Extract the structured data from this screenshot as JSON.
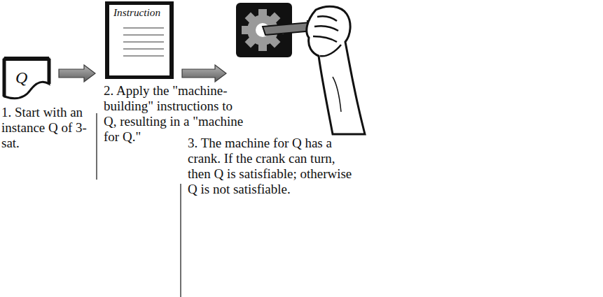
{
  "diagram": {
    "nodes": [
      {
        "text": [
          "Q",
          "1. Start with an instance Q of 3-sat."
        ]
      },
      {
        "text": [
          "Instruction",
          "2. Apply the \"machine-building\" instructions to Q, resulting in a \"machine for Q.\""
        ]
      },
      {
        "text": [
          "3. The machine for Q has a crank. If the crank can turn, then Q is satisfiable; otherwise Q is not satisfiable."
        ]
      }
    ],
    "edges": [
      {
        "from": 0,
        "to": 1,
        "arrow": "to"
      },
      {
        "from": 1,
        "to": 2,
        "arrow": "to"
      }
    ]
  }
}
